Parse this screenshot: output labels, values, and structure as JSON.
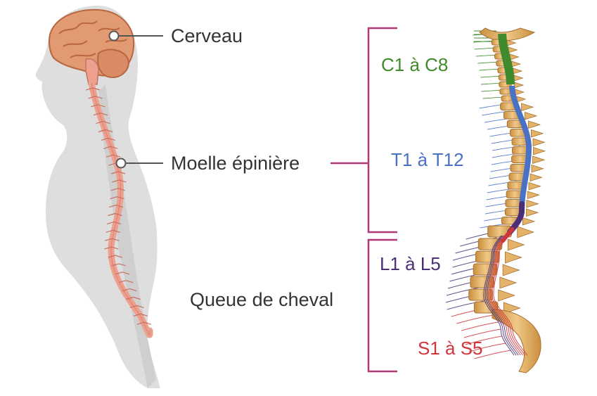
{
  "labels": {
    "brain": "Cerveau",
    "spinal_cord": "Moelle épinière",
    "cauda_equina": "Queue de cheval"
  },
  "segments": {
    "cervical": "C1 à C8",
    "thoracic": "T1 à T12",
    "lumbar": "L1 à L5",
    "sacral": "S1 à S5"
  },
  "colors": {
    "cervical": "#3f8a2c",
    "thoracic": "#4a72c4",
    "lumbar": "#4b2e76",
    "sacral": "#d0343c",
    "bracket": "#b03a78",
    "leader": "#555555",
    "bone": "#e3b36a",
    "silhouette": "#dedede",
    "nerve_tissue": "#eea08f",
    "brain": "#e19a72"
  }
}
